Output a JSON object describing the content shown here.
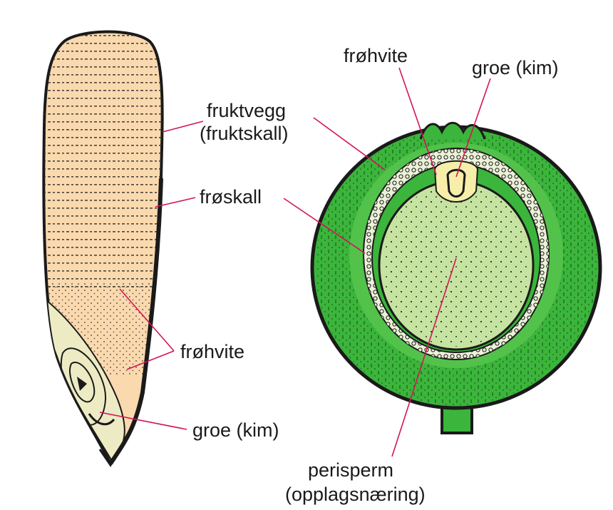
{
  "labels": {
    "fruktvegg": "fruktvegg",
    "fruktskall": "(fruktskall)",
    "froskall": "frøskall",
    "frohvite_left": "frøhvite",
    "groe_left": "groe (kim)",
    "frohvite_right": "frøhvite",
    "groe_right": "groe (kim)",
    "perisperm": "perisperm",
    "opplagsnaering": "(opplagsnæring)"
  },
  "colors": {
    "outline": "#1a1a1a",
    "grain_fill": "#fbd9ae",
    "germ_fill": "#ecebc4",
    "fruit_wall": "#3bb53b",
    "perisperm_fill": "#c6e3a1",
    "embryo_fill": "#f7eeaa",
    "leader_line": "#d4145a"
  }
}
